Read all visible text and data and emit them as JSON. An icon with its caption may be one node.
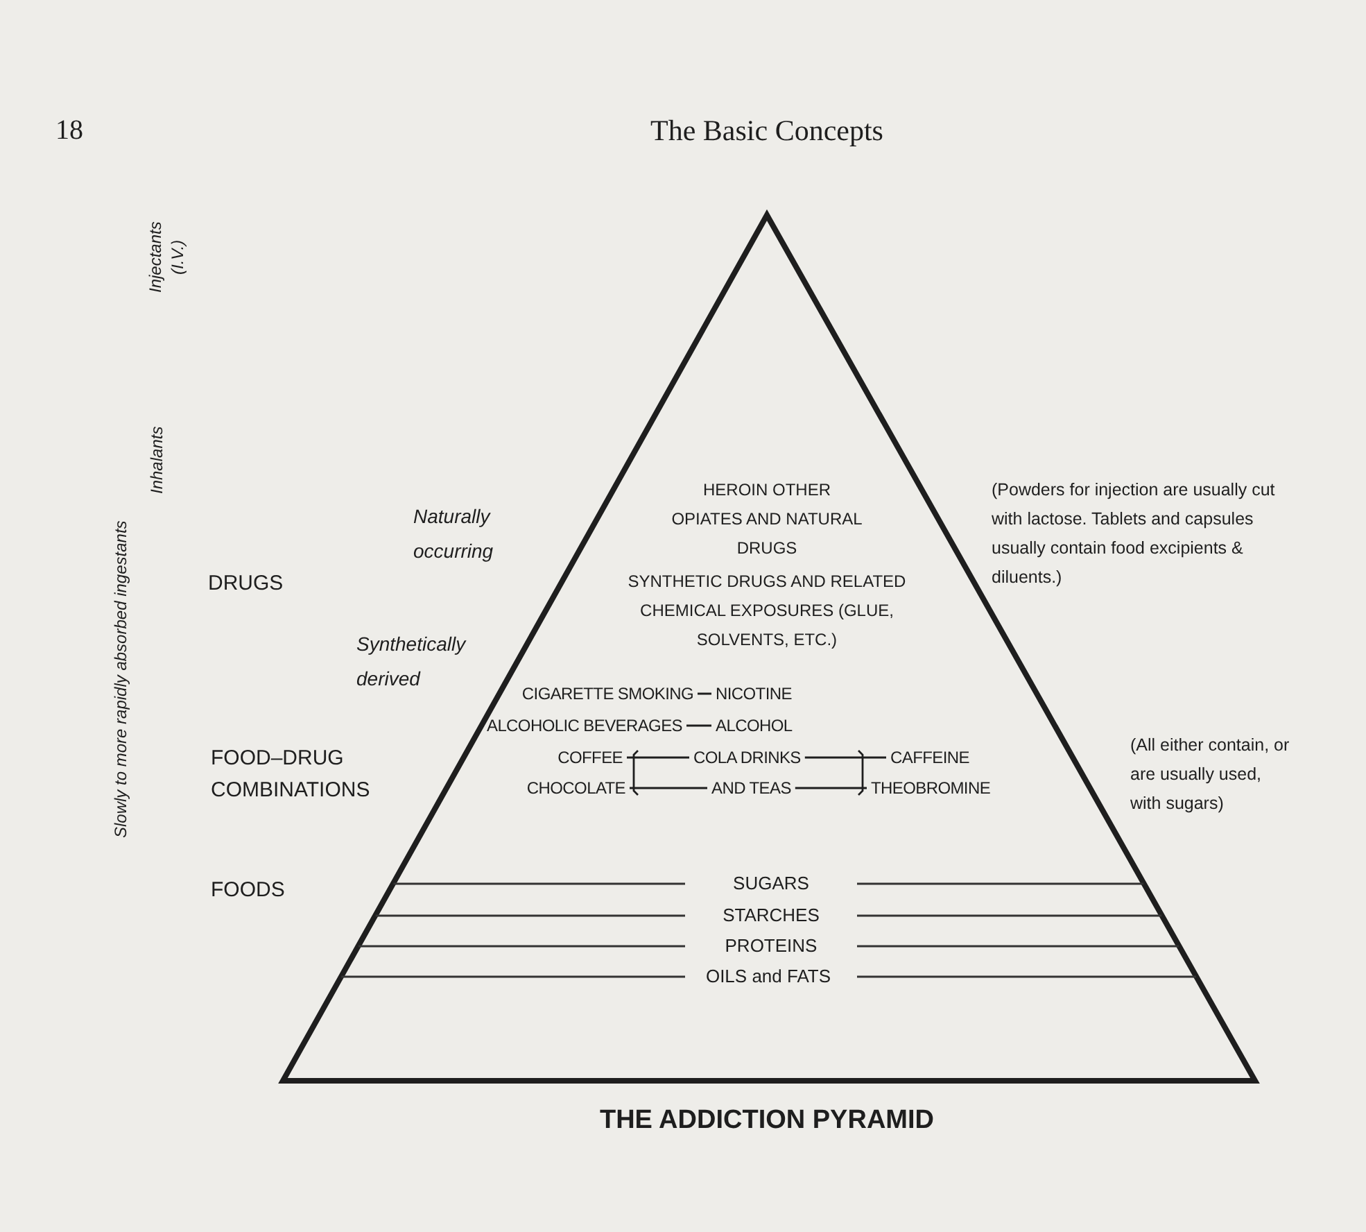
{
  "diagram": {
    "caption": "THE ADDICTION PYRAMID",
    "nodes": [
      {
        "text": [],
        "shape": "triangle"
      },
      {
        "text": [
          "CIGARETTE SMOKING"
        ],
        "in": 0
      },
      {
        "text": [
          "NICOTINE"
        ],
        "in": 0
      },
      {
        "text": [
          "ALCOHOLIC BEVERAGES"
        ],
        "in": 0
      },
      {
        "text": [
          "ALCOHOL"
        ],
        "in": 0
      },
      {
        "text": [
          "COFFEE"
        ],
        "in": 0
      },
      {
        "text": [
          "CHOCOLATE"
        ],
        "in": 0
      },
      {
        "text": [
          "COLA DRINKS"
        ],
        "in": 0
      },
      {
        "text": [
          "AND TEAS"
        ],
        "in": 0
      },
      {
        "text": [
          "CAFFEINE"
        ],
        "in": 0
      },
      {
        "text": [
          "THEOBROMINE"
        ],
        "in": 0
      }
    ],
    "edges": [
      {
        "from": 1,
        "to": 2,
        "arrow": "none"
      },
      {
        "from": 3,
        "to": 4,
        "arrow": "none"
      },
      {
        "from": 5,
        "to": 7,
        "arrow": "none"
      },
      {
        "from": 6,
        "to": 8,
        "arrow": "none"
      },
      {
        "from": 7,
        "to": 9,
        "arrow": "none"
      },
      {
        "from": 8,
        "to": 10,
        "arrow": "none"
      }
    ],
    "labels": [
      "18",
      "The Basic Concepts",
      "Slowly to more rapidly absorbed ingestants",
      "Inhalants",
      "Injectants (I.V.)",
      "Naturally occurring",
      "DRUGS",
      "Synthetically derived",
      "FOOD–DRUG COMBINATIONS",
      "FOODS",
      "HEROIN OTHER OPIATES AND NATURAL DRUGS",
      "SYNTHETIC DRUGS AND RELATED CHEMICAL EXPOSURES (GLUE, SOLVENTS, ETC.)",
      "SUGARS",
      "STARCHES",
      "PROTEINS",
      "OILS and FATS",
      "(Powders for injection are usually cut with lactose. Tablets and capsules usually contain food excipients & diluents.)",
      "(All either contain, or are usually used, with sugars)"
    ]
  }
}
